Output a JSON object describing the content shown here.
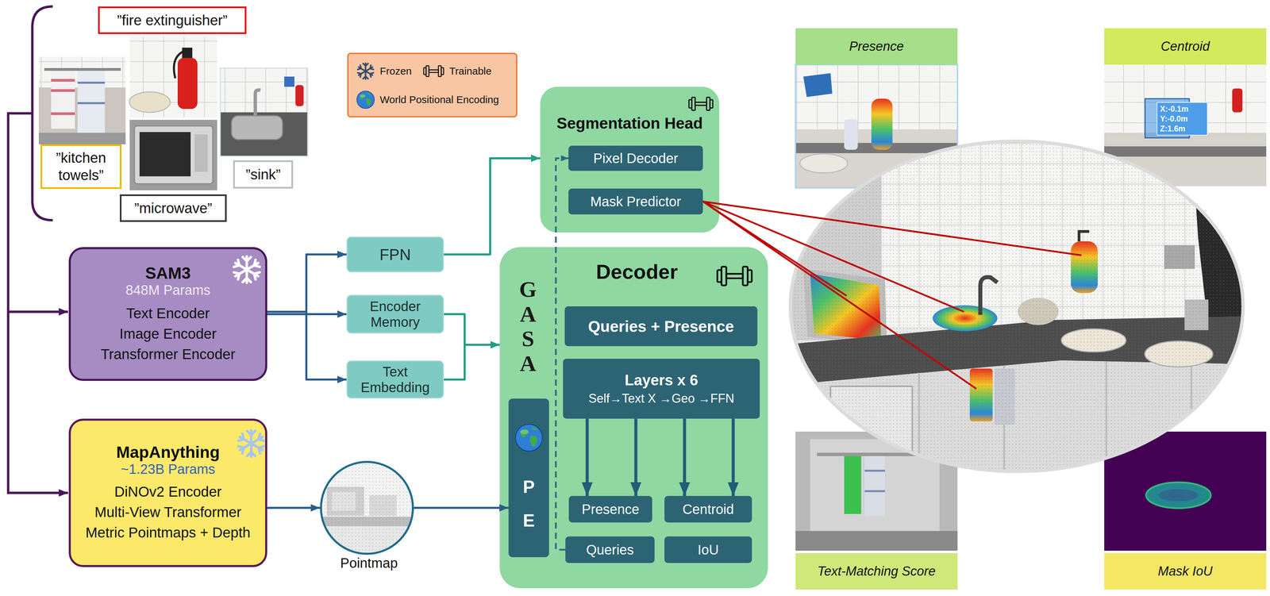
{
  "diagram": {
    "nodes": [
      {
        "text": [
          "”fire extinguisher”"
        ]
      },
      {
        "text": [
          "”kitchen towels”"
        ]
      },
      {
        "text": [
          "”sink”"
        ]
      },
      {
        "text": [
          "”microwave”"
        ]
      },
      {
        "text": [
          "SAM3",
          "848M Params",
          "Text Encoder",
          "Image Encoder",
          "Transformer Encoder"
        ]
      },
      {
        "text": [
          "MapAnything",
          "~1.23B Params",
          "DiNOv2 Encoder",
          "Multi-View Transformer",
          "Metric Pointmaps + Depth"
        ]
      },
      {
        "text": [
          "FPN"
        ]
      },
      {
        "text": [
          "Encoder Memory"
        ]
      },
      {
        "text": [
          "Text Embedding"
        ]
      },
      {
        "text": [
          "Pointmap"
        ]
      },
      {
        "text": [
          "Segmentation Head"
        ]
      },
      {
        "text": [
          "Pixel Decoder"
        ],
        "in": 10
      },
      {
        "text": [
          "Mask Predictor"
        ],
        "in": 10
      },
      {
        "text": [
          "GASA",
          "Decoder"
        ]
      },
      {
        "text": [
          "PE"
        ],
        "in": 13
      },
      {
        "text": [
          "Queries + Presence"
        ],
        "in": 13
      },
      {
        "text": [
          "Layers x 6",
          "Self→Text X →Geo →FFN"
        ],
        "in": 13
      },
      {
        "text": [
          "Presence"
        ],
        "in": 13
      },
      {
        "text": [
          "Centroid"
        ],
        "in": 13
      },
      {
        "text": [
          "Queries"
        ],
        "in": 13
      },
      {
        "text": [
          "IoU"
        ],
        "in": 13
      },
      {
        "text": [
          "Presence"
        ]
      },
      {
        "text": [
          "Centroid"
        ]
      },
      {
        "text": [
          "Text-Matching Score"
        ]
      },
      {
        "text": [
          "Mask IoU"
        ]
      }
    ],
    "edges": [
      {
        "from": 4,
        "to": 6,
        "arrow": "to"
      },
      {
        "from": 4,
        "to": 7,
        "arrow": "to"
      },
      {
        "from": 4,
        "to": 8,
        "arrow": "to"
      },
      {
        "from": 6,
        "to": 10,
        "arrow": "to"
      },
      {
        "from": 7,
        "to": 13,
        "arrow": "to"
      },
      {
        "from": 8,
        "to": 13,
        "arrow": "to"
      },
      {
        "from": 5,
        "to": 9,
        "arrow": "to"
      },
      {
        "from": 9,
        "to": 14,
        "arrow": "to"
      },
      {
        "from": 19,
        "to": 11,
        "arrow": "to"
      },
      {
        "from": 16,
        "to": 17,
        "arrow": "to"
      },
      {
        "from": 16,
        "to": 17,
        "arrow": "to"
      },
      {
        "from": 16,
        "to": 18,
        "arrow": "to"
      },
      {
        "from": 16,
        "to": 18,
        "arrow": "to"
      }
    ],
    "labels": [
      "X:-0.1m",
      "Y:-0.0m",
      "Z:1.6m"
    ],
    "legend": [
      {
        "text": "Frozen"
      },
      {
        "text": "Trainable"
      },
      {
        "text": "World Positional Encoding"
      }
    ]
  }
}
